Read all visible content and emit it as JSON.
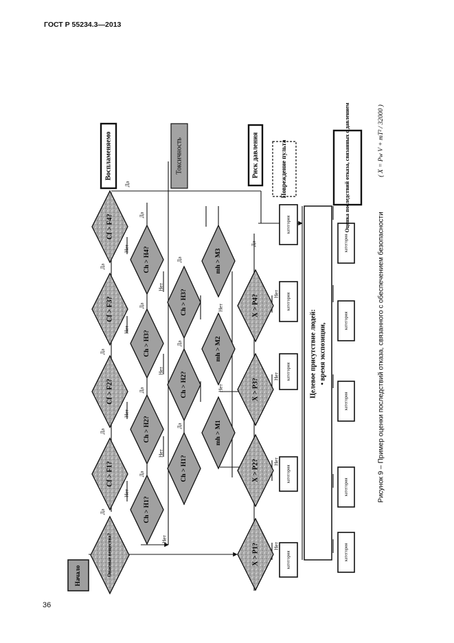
{
  "header": {
    "doc_id": "ГОСТ Р 55234.3—2013",
    "page_number": "36"
  },
  "figure": {
    "caption": "Рисунок 9 – Пример оценки последствий отказа, связанного с обеспечением безопасности",
    "formula": "( X = Pw V + mT² / 32000 )",
    "start_label": "Начало",
    "start_question": "Опасные вещества?",
    "yes": "Да",
    "no": "Нет",
    "fire_questions": [
      "Cf > F1?",
      "Cf > F2?",
      "Cf > F3?",
      "Cf > F4?"
    ],
    "health_questions": [
      "Ch > H1?",
      "Ch > H2?",
      "Ch > H3?",
      "Ch > H4?"
    ],
    "health_questions_2": [
      "Ch > H1?",
      "Ch > H2?",
      "Ch > H3?"
    ],
    "mass_questions": [
      "mh > M1",
      "mh > M2",
      "mh > M3"
    ],
    "pressure_questions": [
      "X > P1?",
      "X > P2?",
      "X > P3?",
      "X > P4?"
    ],
    "outcome_boxes": [
      "Воспламеняемо",
      "Токсичность",
      "Риск давления",
      "Повреждение пульта",
      "Оценка последствий отказа, связанных с давлением"
    ],
    "category_label": "категория",
    "occupancy_title": "Целевое присутствие людей:",
    "occupancy_item": "• время экспозиции,"
  }
}
